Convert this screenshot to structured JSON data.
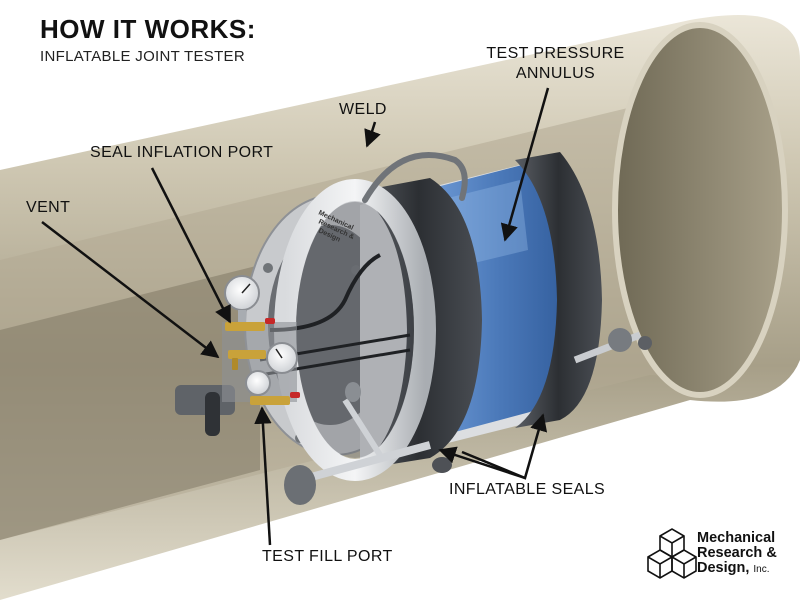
{
  "header": {
    "title": "HOW IT WORKS:",
    "subtitle": "INFLATABLE JOINT TESTER"
  },
  "callouts": {
    "test_pressure_line1": "TEST PRESSURE",
    "test_pressure_line2": "ANNULUS",
    "weld": "WELD",
    "seal_inflation_port": "SEAL INFLATION PORT",
    "vent": "VENT",
    "inflatable_seals": "INFLATABLE SEALS",
    "test_fill_port": "TEST FILL PORT"
  },
  "tester_label": {
    "line1": "Mechanical",
    "line2": "Research &",
    "line3": "Design"
  },
  "logo": {
    "line1": "Mechanical",
    "line2": "Research &",
    "line3": "Design,",
    "suffix": "Inc."
  },
  "colors": {
    "pipe": "#b9b19b",
    "pipe_interior": "#8a826c",
    "seal_band": "#3a3d42",
    "annulus": "#4f7fc0",
    "text": "#111111"
  }
}
